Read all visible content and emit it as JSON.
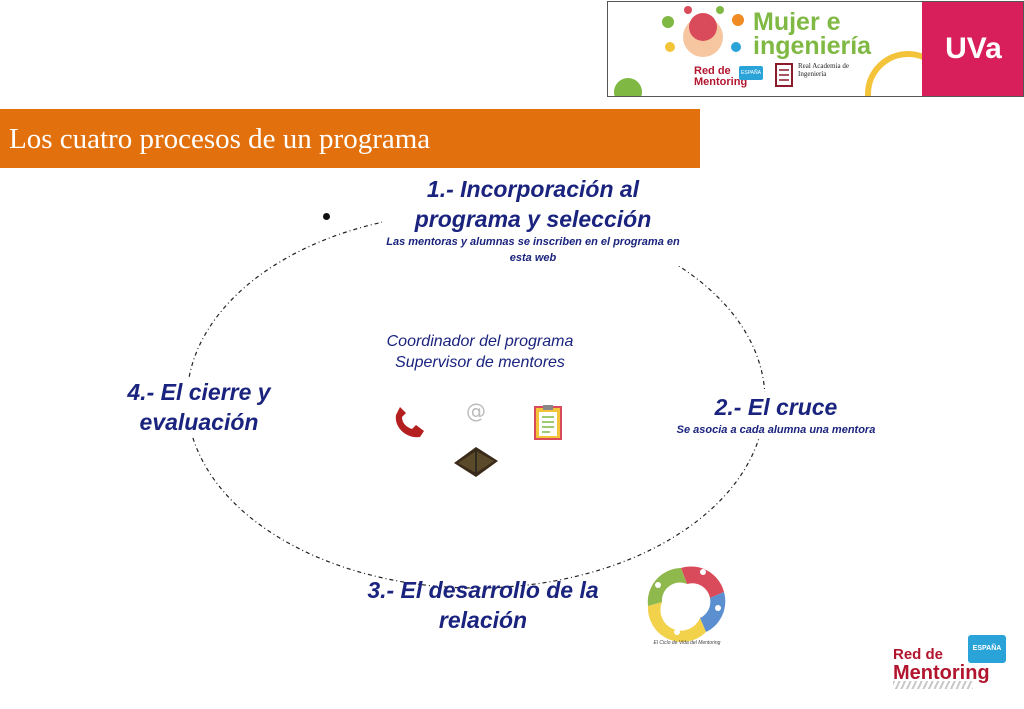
{
  "banner": {
    "title": "Mujer e ingeniería",
    "brand": "UVa",
    "red_mentoring": "Red de Mentoring",
    "espana": "ESPAÑA",
    "academia": "Real Academia de Ingeniería"
  },
  "slide": {
    "title": "Los cuatro procesos de un programa"
  },
  "stages": [
    {
      "title": "1.- Incorporación al programa y selección",
      "subtitle": "Las mentoras y alumnas se inscriben en el programa en esta web"
    },
    {
      "title": "2.- El cruce",
      "subtitle": "Se asocia a cada alumna una mentora"
    },
    {
      "title": "3.- El desarrollo de la relación",
      "subtitle": ""
    },
    {
      "title": "4.- El cierre y evaluación",
      "subtitle": ""
    }
  ],
  "center": {
    "line1": "Coordinador del programa",
    "line2": "Supervisor de mentores",
    "icons": [
      "telephone-icon",
      "email-at-icon",
      "clipboard-icon",
      "book-icon"
    ]
  },
  "cycle_figure": {
    "caption": "El Ciclo de Vida del Mentoring",
    "colors": [
      "#8fb84d",
      "#d94b5a",
      "#5b8fd0",
      "#f2d24a"
    ]
  },
  "footer_logo": {
    "line1": "Red de",
    "line2": "Mentoring",
    "espana": "ESPAÑA"
  }
}
